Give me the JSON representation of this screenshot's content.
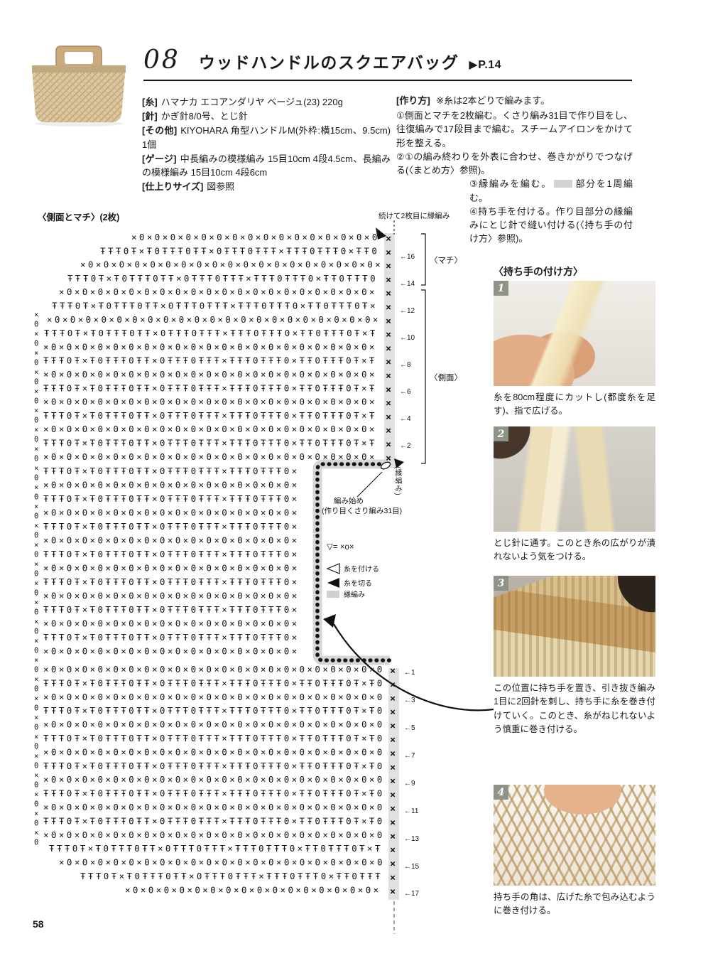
{
  "header": {
    "item_number": "08",
    "title": "ウッドハンドルのスクエアバッグ",
    "page_ref": "▶P.14"
  },
  "materials": [
    {
      "label": "[糸]",
      "text": "ハマナカ エコアンダリヤ ベージュ(23) 220g"
    },
    {
      "label": "[針]",
      "text": "かぎ針8/0号、とじ針"
    },
    {
      "label": "[その他]",
      "text": "KIYOHARA 角型ハンドルM(外枠:横15cm、9.5cm) 1個"
    },
    {
      "label": "[ゲージ]",
      "text": "中長編みの模様編み 15目10cm 4段4.5cm、長編みの模様編み 15目10cm 4段6cm"
    },
    {
      "label": "[仕上りサイズ]",
      "text": "図参照"
    }
  ],
  "instructions": {
    "label": "[作り方]",
    "note": "※糸は2本どりで編みます。",
    "step1": "①側面とマチを2枚編む。くさり編み31目で作り目をし、往復編みで17段目まで編む。スチームアイロンをかけて形を整える。",
    "step2": "②①の編み終わりを外表に合わせ、巻きかがりでつなげる(〈まとめ方〉参照)。",
    "step3_pre": "③縁編みを編む。",
    "step3_post": "部分を1周編む。",
    "step4": "④持ち手を付ける。作り目部分の縁編みにとじ針で縫い付ける(〈持ち手の付け方〉参照)。"
  },
  "chart": {
    "title": "〈側面とマチ〉(2枚)",
    "continue_note": "続けて2枚目に縁編み",
    "machi": "〈マチ〉",
    "sokumen": "〈側面〉",
    "fuchiami_vertical": "(縁編み)",
    "start_line1": "編み始め",
    "start_line2": "(作り目くさり編み31目)",
    "rows_top": [
      "←16",
      "←14",
      "←12",
      "←10",
      "←8",
      "←6",
      "←4",
      "←2"
    ],
    "rows_bottom": [
      "←1",
      "←3",
      "←5",
      "←7",
      "←9",
      "←11",
      "←13",
      "←15",
      "←17"
    ],
    "legend_eq": "▽= ×o×",
    "legend_attach": "糸を付ける",
    "legend_cut": "糸を切る",
    "legend_edge": "縁編み"
  },
  "howto": {
    "title": "〈持ち手の付け方〉",
    "steps": [
      {
        "num": "1",
        "caption": "糸を80cm程度にカットし(都度糸を足す)、指で広げる。"
      },
      {
        "num": "2",
        "caption": "とじ針に通す。このとき糸の広がりが潰れないよう気をつける。"
      },
      {
        "num": "3",
        "caption": "この位置に持ち手を置き、引き抜き編み1目に2回針を刺し、持ち手に糸を巻き付けていく。このとき、糸がねじれないよう慎重に巻き付ける。"
      },
      {
        "num": "4",
        "caption": "持ち手の角は、広げた糸で包み込むように巻き付ける。"
      }
    ]
  },
  "page_number": "58",
  "colors": {
    "badge": "#8f9387",
    "edge_gray": "#d6d6d6",
    "accent": "#141414"
  }
}
